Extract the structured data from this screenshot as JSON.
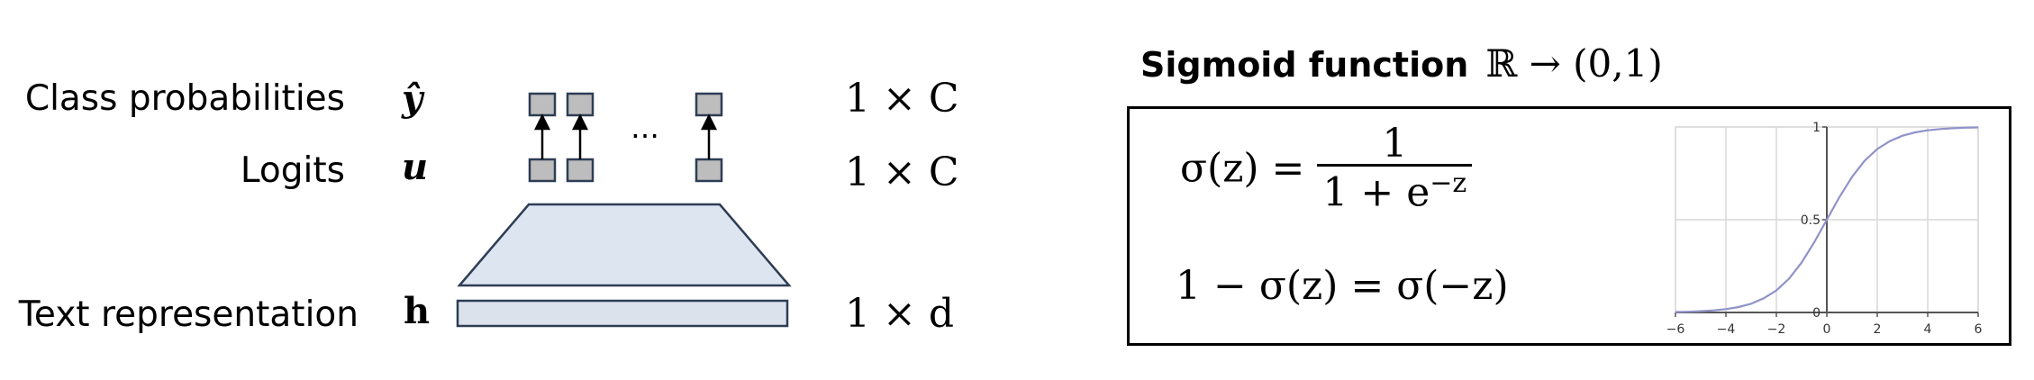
{
  "left": {
    "rows": [
      {
        "label": "Class probabilities",
        "symbol": "ŷ",
        "dim": "1 × C"
      },
      {
        "label": "Logits",
        "symbol": "u",
        "dim": "1 × C"
      },
      {
        "label": "Text representation",
        "symbol": "h",
        "dim": "1 × d"
      }
    ],
    "ellipsis": "…"
  },
  "right": {
    "title": "Sigmoid function",
    "title_math": "ℝ → (0,1)",
    "eq1_lhs": "σ(z) =",
    "eq1_num": "1",
    "eq1_den_base": "1 + e",
    "eq1_den_exp": "−z",
    "eq2": "1 − σ(z) = σ(−z)"
  },
  "chart_data": {
    "type": "line",
    "title": "",
    "xlabel": "",
    "ylabel": "",
    "xlim": [
      -6,
      6
    ],
    "ylim": [
      0,
      1
    ],
    "x_ticks": [
      -6,
      -4,
      -2,
      0,
      2,
      4,
      6
    ],
    "y_ticks": [
      0,
      0.5,
      1
    ],
    "y_tick_labels": [
      "0",
      "0.5",
      "1"
    ],
    "grid": true,
    "line_color": "#8f93c8",
    "series": [
      {
        "x": [
          -6,
          -5.5,
          -5,
          -4.5,
          -4,
          -3.5,
          -3,
          -2.5,
          -2,
          -1.5,
          -1,
          -0.5,
          0,
          0.5,
          1,
          1.5,
          2,
          2.5,
          3,
          3.5,
          4,
          4.5,
          5,
          5.5,
          6
        ],
        "values": [
          0.0025,
          0.0041,
          0.0067,
          0.011,
          0.018,
          0.029,
          0.047,
          0.076,
          0.119,
          0.182,
          0.269,
          0.378,
          0.5,
          0.622,
          0.731,
          0.818,
          0.881,
          0.924,
          0.953,
          0.971,
          0.982,
          0.989,
          0.993,
          0.996,
          0.9975
        ]
      }
    ]
  }
}
